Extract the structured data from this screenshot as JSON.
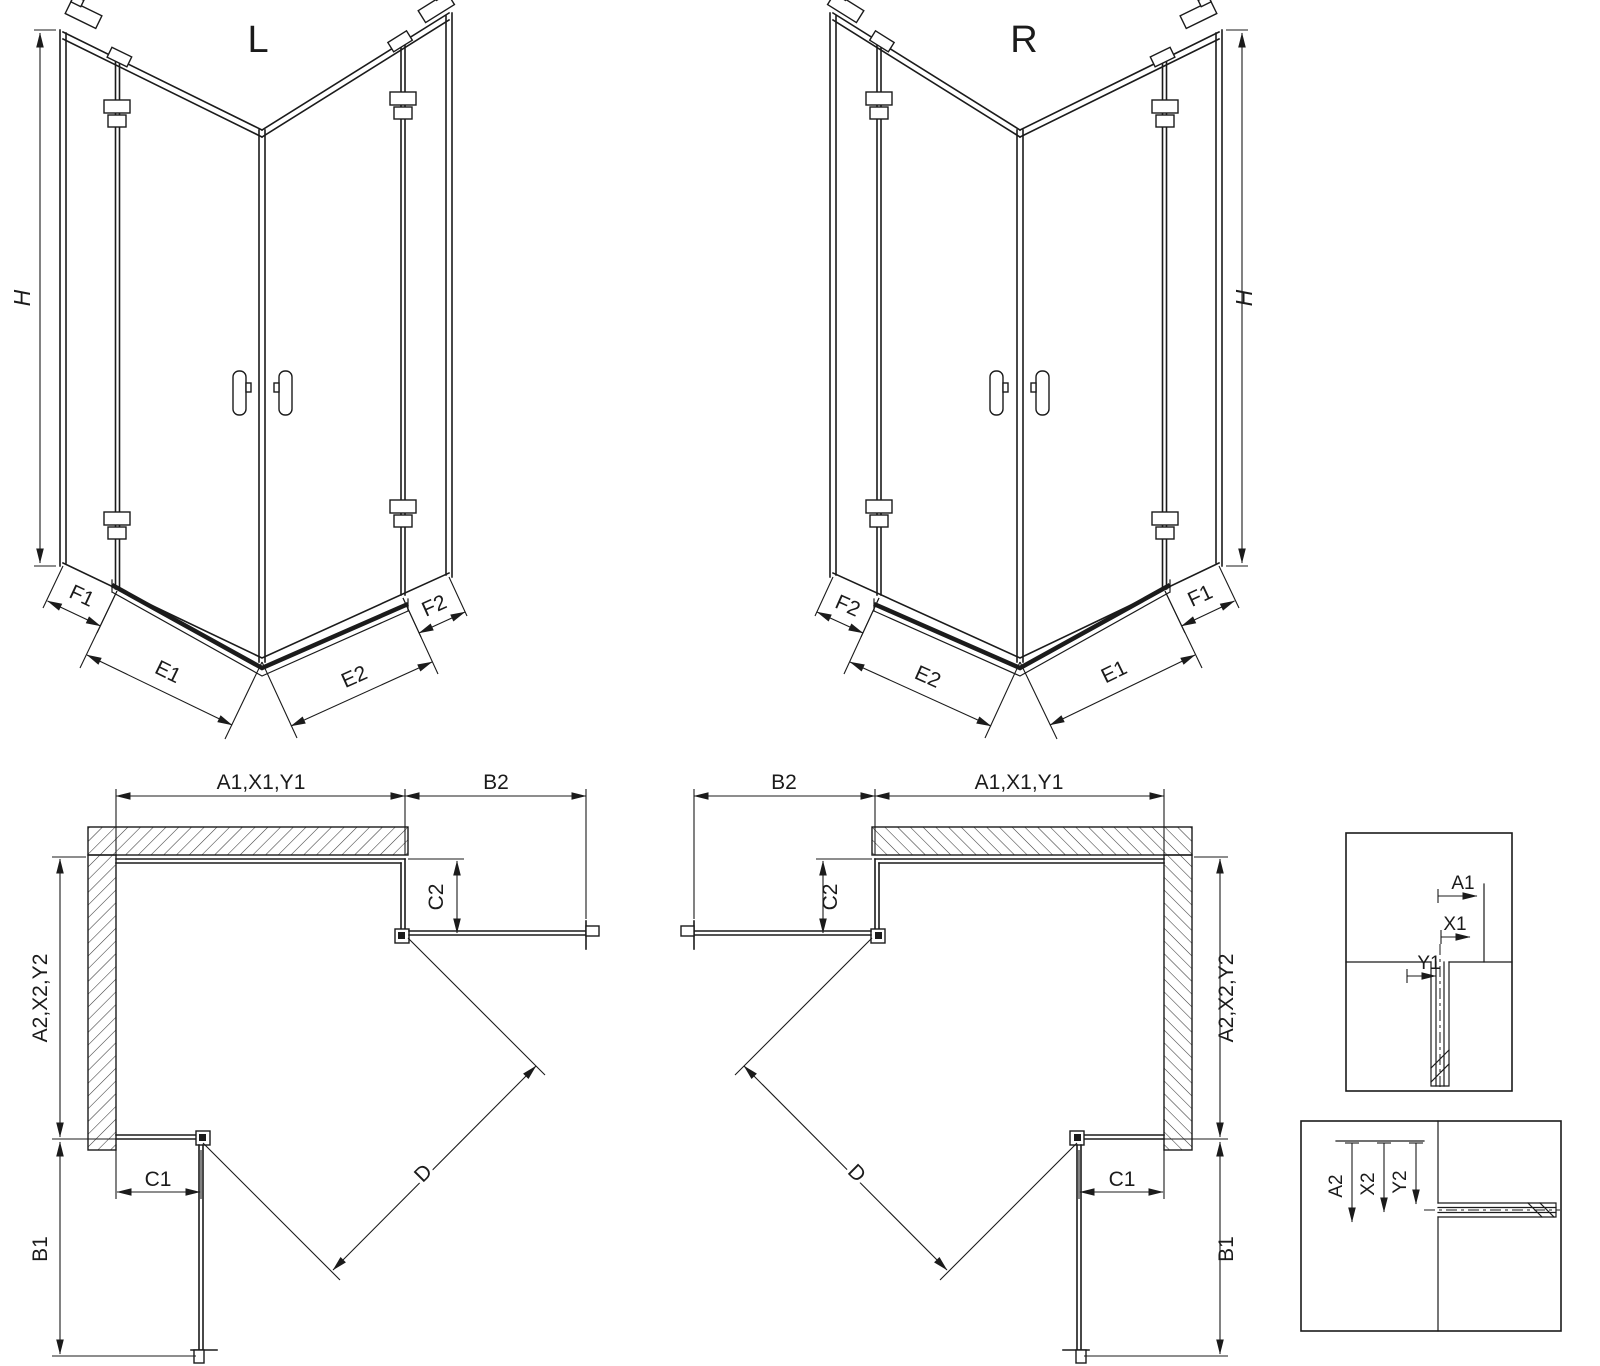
{
  "page": {
    "background": "#ffffff",
    "line_color": "#1b1b1b"
  },
  "iso_left": {
    "view_label": "L",
    "height_label": "H",
    "seg_f1": "F1",
    "seg_e1": "E1",
    "seg_e2": "E2",
    "seg_f2": "F2"
  },
  "iso_right": {
    "view_label": "R",
    "height_label": "H",
    "seg_f1": "F1",
    "seg_e1": "E1",
    "seg_e2": "E2",
    "seg_f2": "F2"
  },
  "plan_left": {
    "dim_top_width": "A1,X1,Y1",
    "dim_side_panel": "B2",
    "dim_c2": "C2",
    "dim_depth": "A2,X2,Y2",
    "dim_c1": "C1",
    "dim_b1": "B1",
    "dim_diagonal": "D"
  },
  "plan_right": {
    "dim_top_width": "A1,X1,Y1",
    "dim_side_panel": "B2",
    "dim_c2": "C2",
    "dim_depth": "A2,X2,Y2",
    "dim_c1": "C1",
    "dim_b1": "B1",
    "dim_diagonal": "D"
  },
  "detail_top": {
    "dim_a1": "A1",
    "dim_x1": "X1",
    "dim_y1": "Y1"
  },
  "detail_bottom": {
    "dim_a2": "A2",
    "dim_x2": "X2",
    "dim_y2": "Y2"
  }
}
